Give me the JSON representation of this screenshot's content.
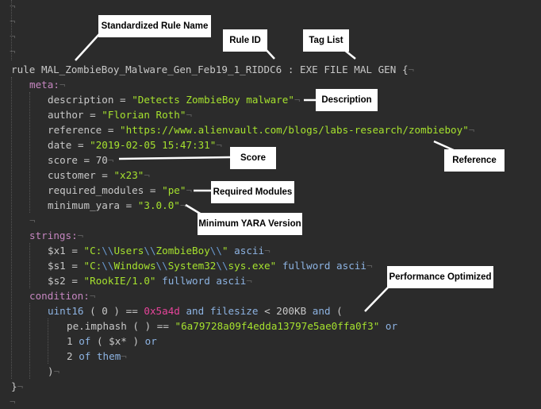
{
  "pilcrow": "¬",
  "code": {
    "rule_keyword": "rule",
    "rule_name": "MAL_ZombieBoy_Malware_Gen_Feb19_1_RIDDC6",
    "colon": ":",
    "tags": "EXE FILE MAL GEN",
    "open_brace": "{",
    "meta_label": "meta:",
    "meta": [
      {
        "key": "description",
        "eq": "=",
        "value": "\"Detects ZombieBoy malware\""
      },
      {
        "key": "author",
        "eq": "=",
        "value": "\"Florian Roth\""
      },
      {
        "key": "reference",
        "eq": "=",
        "value": "\"https://www.alienvault.com/blogs/labs-research/zombieboy\""
      },
      {
        "key": "date",
        "eq": "=",
        "value": "\"2019-02-05 15:47:31\""
      },
      {
        "key": "score",
        "eq": "=",
        "value": "70"
      },
      {
        "key": "customer",
        "eq": "=",
        "value": "\"x23\""
      },
      {
        "key": "required_modules",
        "eq": "=",
        "value": "\"pe\""
      },
      {
        "key": "minimum_yara",
        "eq": "=",
        "value": "\"3.0.0\""
      }
    ],
    "strings_label": "strings:",
    "strings": [
      {
        "id": "$x1",
        "eq": "=",
        "q1": "\"C:",
        "p1": "\\\\",
        "t1": "Users",
        "p2": "\\\\",
        "t2": "ZombieBoy",
        "p3": "\\\\",
        "q2": "\"",
        "mods": "ascii"
      },
      {
        "id": "$s1",
        "eq": "=",
        "q1": "\"C:",
        "p1": "\\\\",
        "t1": "Windows",
        "p2": "\\\\",
        "t2": "System32",
        "p3": "\\\\",
        "q2": "sys.exe\"",
        "mods": "fullword ascii"
      },
      {
        "id": "$s2",
        "eq": "=",
        "value": "\"RookIE/1.0\"",
        "mods": "fullword ascii"
      }
    ],
    "condition_label": "condition:",
    "cond1": {
      "fn": "uint16",
      "args": "( 0 )",
      "op": "==",
      "hex": "0x5a4d",
      "and1": "and",
      "fs": "filesize",
      "lt": "<",
      "size": "200KB",
      "and2": "and",
      "paren": "("
    },
    "cond2": {
      "a": "pe.imphash ( )",
      "op": "==",
      "str": "\"6a79728a09f4edda13797e5ae0ffa0f3\"",
      "or": "or"
    },
    "cond3": {
      "a": "1",
      "of": "of",
      "b": "( $x* )",
      "or": "or"
    },
    "cond4": {
      "a": "2",
      "of": "of",
      "b": "them"
    },
    "close_paren": ")",
    "close_brace": "}"
  },
  "callouts": {
    "rule_name": "Standardized Rule Name",
    "rule_id": "Rule ID",
    "tag_list": "Tag List",
    "description": "Description",
    "score": "Score",
    "reference": "Reference",
    "required_modules": "Required Modules",
    "minimum_yara": "Minimum YARA Version",
    "performance": "Performance Optimized"
  }
}
